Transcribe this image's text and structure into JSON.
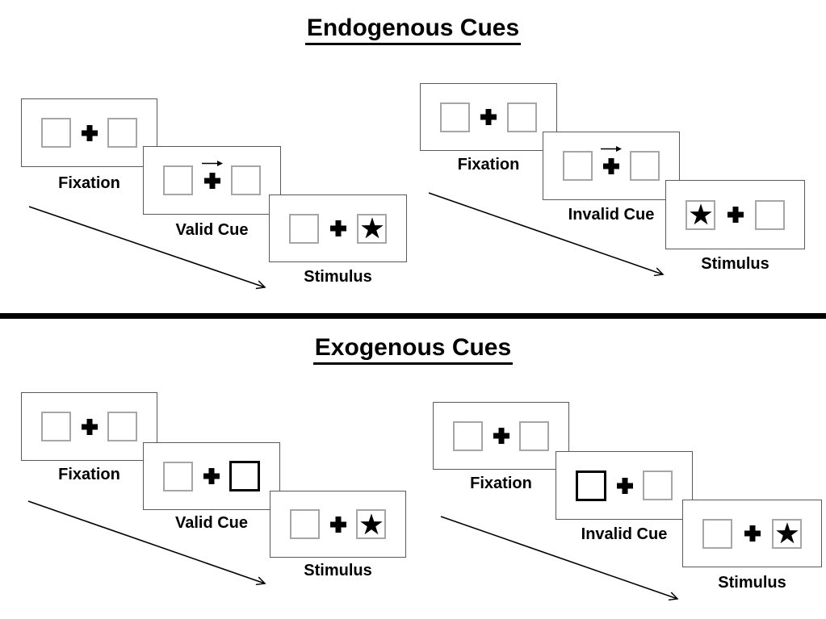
{
  "titles": {
    "endogenous": "Endogenous Cues",
    "exogenous": "Exogenous Cues"
  },
  "sections": {
    "endogenous": {
      "valid": {
        "fixation": "Fixation",
        "cue": "Valid Cue",
        "stimulus": "Stimulus"
      },
      "invalid": {
        "fixation": "Fixation",
        "cue": "Invalid Cue",
        "stimulus": "Stimulus"
      }
    },
    "exogenous": {
      "valid": {
        "fixation": "Fixation",
        "cue": "Valid Cue",
        "stimulus": "Stimulus"
      },
      "invalid": {
        "fixation": "Fixation",
        "cue": "Invalid Cue",
        "stimulus": "Stimulus"
      }
    }
  },
  "icons": {
    "fixation_cross": {
      "name": "plus-cross-icon",
      "glyph": "✚"
    },
    "endogenous_cue": {
      "name": "right-arrow-icon",
      "glyph": "→"
    },
    "exogenous_cue": {
      "name": "bold-square-icon",
      "glyph": "□"
    },
    "stimulus": {
      "name": "star-icon",
      "glyph": "★"
    },
    "timeline": {
      "name": "diagonal-arrow-icon",
      "glyph": "↘"
    }
  },
  "colors": {
    "ink": "#000000",
    "background": "#ffffff",
    "panel_border": "#595959",
    "square_border": "#a6a6a6"
  }
}
